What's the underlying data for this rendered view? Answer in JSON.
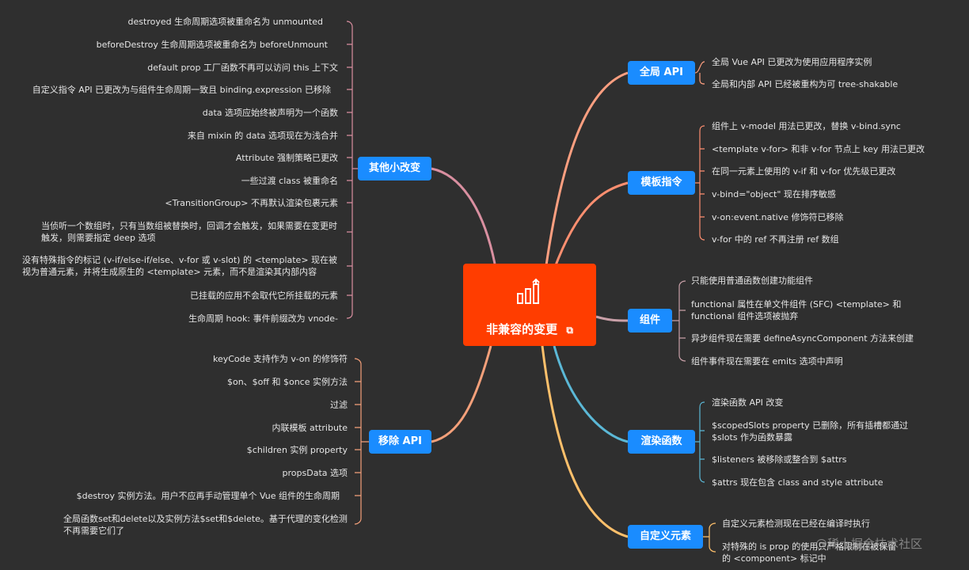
{
  "center": {
    "title": "非兼容的变更"
  },
  "branches": {
    "global_api": {
      "label": "全局 API",
      "color": "#1a8cff",
      "items": [
        "全局 Vue API 已更改为使用应用程序实例",
        "全局和内部 API 已经被重构为可 tree-shakable"
      ]
    },
    "template": {
      "label": "模板指令",
      "items": [
        "组件上 v-model 用法已更改，替换 v-bind.sync",
        "<template v-for> 和非 v-for 节点上 key 用法已更改",
        "在同一元素上使用的 v-if 和 v-for 优先级已更改",
        "v-bind=\"object\" 现在排序敏感",
        "v-on:event.native 修饰符已移除",
        "v-for 中的 ref 不再注册 ref 数组"
      ]
    },
    "components": {
      "label": "组件",
      "items": [
        "只能使用普通函数创建功能组件",
        "functional 属性在单文件组件 (SFC) <template> 和 functional 组件选项被抛弃",
        "异步组件现在需要 defineAsyncComponent 方法来创建",
        "组件事件现在需要在 emits 选项中声明"
      ]
    },
    "render": {
      "label": "渲染函数",
      "items": [
        "渲染函数 API 改变",
        "$scopedSlots property 已删除，所有插槽都通过 $slots 作为函数暴露",
        "$listeners 被移除或整合到 $attrs",
        "$attrs 现在包含 class and style attribute"
      ]
    },
    "custom_elements": {
      "label": "自定义元素",
      "items": [
        "自定义元素检测现在已经在编译时执行",
        "对特殊的 is prop 的使用只严格限制在被保留的 <component> 标记中"
      ]
    },
    "misc": {
      "label": "其他小改变",
      "items": [
        "destroyed 生命周期选项被重命名为 unmounted",
        "beforeDestroy 生命周期选项被重命名为 beforeUnmount",
        "default prop 工厂函数不再可以访问 this 上下文",
        "自定义指令 API 已更改为与组件生命周期一致且 binding.expression 已移除",
        "data 选项应始终被声明为一个函数",
        "来自 mixin 的 data 选项现在为浅合并",
        "Attribute 强制策略已更改",
        "一些过渡 class 被重命名",
        "<TransitionGroup> 不再默认渲染包裹元素",
        "当侦听一个数组时，只有当数组被替换时，回调才会触发，如果需要在变更时触发，则需要指定 deep 选项",
        "没有特殊指令的标记 (v-if/else-if/else、v-for 或 v-slot) 的 <template> 现在被视为普通元素，并将生成原生的 <template> 元素，而不是渲染其内部内容",
        "已挂载的应用不会取代它所挂载的元素",
        "生命周期 hook: 事件前缀改为 vnode-"
      ]
    },
    "removed": {
      "label": "移除 API",
      "items": [
        "keyCode 支持作为 v-on 的修饰符",
        "$on、$off 和 $once 实例方法",
        "过滤",
        "内联模板 attribute",
        "$children 实例 property",
        "propsData 选项",
        "$destroy 实例方法。用户不应再手动管理单个 Vue 组件的生命周期",
        "全局函数set和delete以及实例方法$set和$delete。基于代理的变化检测不再需要它们了"
      ]
    }
  },
  "colors": {
    "background": "#2f2f2f",
    "center": "#ff3d00",
    "branch": "#1a8cff",
    "global_api_line": "#ff9f80",
    "template_line": "#ff8f70",
    "components_line": "#c9a0a8",
    "render_line": "#5bb8d6",
    "custom_elements_line": "#ffc06b",
    "misc_line": "#d98fa0",
    "removed_line": "#f4a07a"
  },
  "watermark": "@稀土掘金技术社区"
}
